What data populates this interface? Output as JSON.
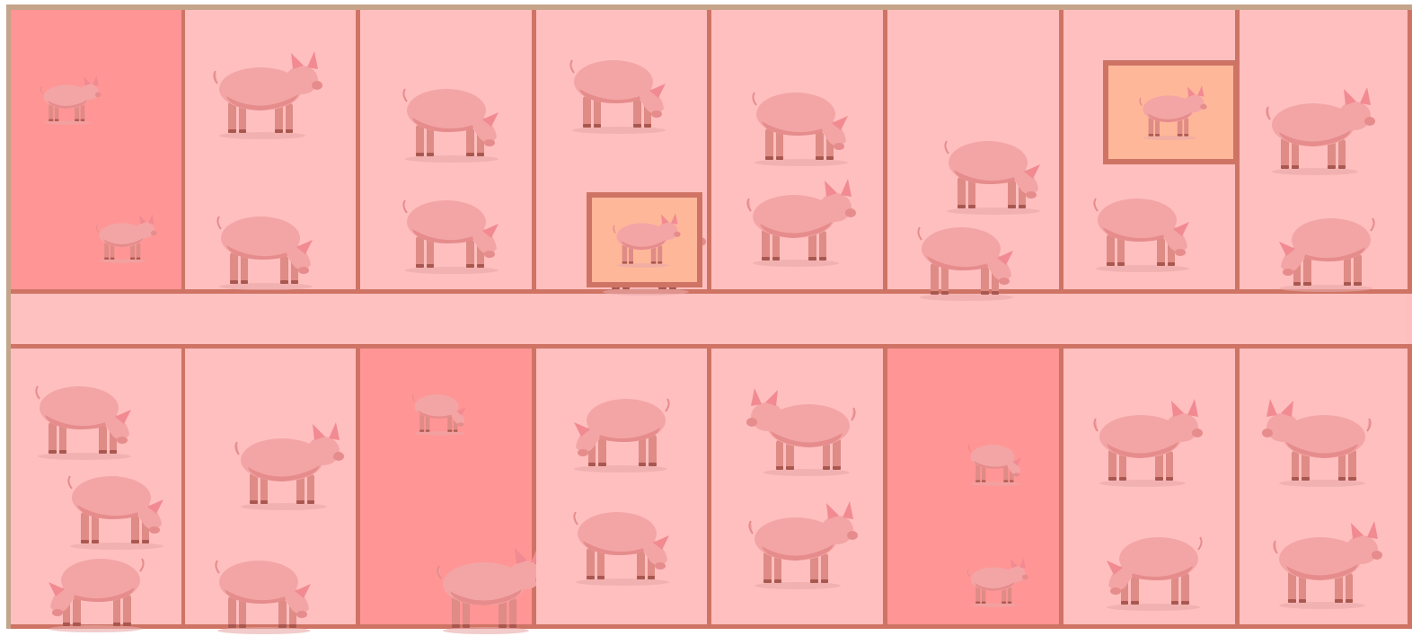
{
  "game": {
    "scene": "pig pens",
    "colors": {
      "fence": "#c4a48a",
      "pen_divider": "#cf7465",
      "pen_floor": "#ffbfbf",
      "pen_highlight_red": "#ff9595",
      "crate_fill": "#ffb79a"
    },
    "rows": [
      {
        "row": "top",
        "pens": [
          {
            "id": "t1",
            "highlight": "red",
            "pigs": 2
          },
          {
            "id": "t2",
            "highlight": "none",
            "pigs": 2
          },
          {
            "id": "t3",
            "highlight": "none",
            "pigs": 2
          },
          {
            "id": "t4",
            "highlight": "none",
            "pigs": 2,
            "crate": true
          },
          {
            "id": "t5",
            "highlight": "none",
            "pigs": 2
          },
          {
            "id": "t6",
            "highlight": "none",
            "pigs": 2
          },
          {
            "id": "t7",
            "highlight": "none",
            "pigs": 2,
            "crate": true
          },
          {
            "id": "t8",
            "highlight": "none",
            "pigs": 2
          }
        ]
      },
      {
        "row": "bottom",
        "pens": [
          {
            "id": "b1",
            "highlight": "none",
            "pigs": 3
          },
          {
            "id": "b2",
            "highlight": "none",
            "pigs": 2
          },
          {
            "id": "b3",
            "highlight": "red",
            "pigs": 2
          },
          {
            "id": "b4",
            "highlight": "none",
            "pigs": 2
          },
          {
            "id": "b5",
            "highlight": "none",
            "pigs": 2
          },
          {
            "id": "b6",
            "highlight": "red",
            "pigs": 2
          },
          {
            "id": "b7",
            "highlight": "none",
            "pigs": 2
          },
          {
            "id": "b8",
            "highlight": "none",
            "pigs": 2
          }
        ]
      }
    ],
    "icons": [
      "pig-icon"
    ]
  }
}
